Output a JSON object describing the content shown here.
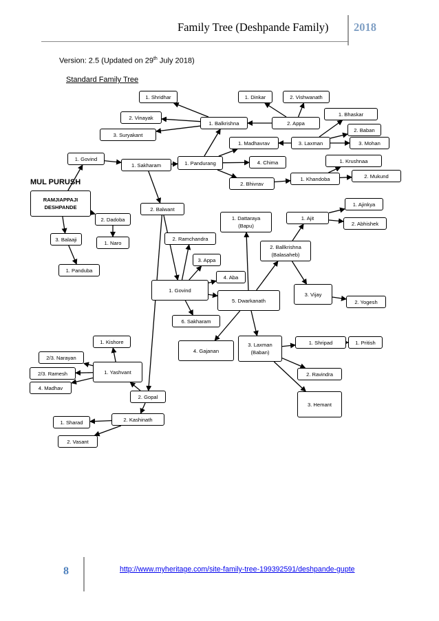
{
  "header": {
    "title": "Family Tree (Deshpande Family)",
    "year": "2018"
  },
  "version": {
    "text": "Version: 2.5 (Updated on 29",
    "sup": "th",
    "tail": " July 2018)"
  },
  "subtitle": "Standard Family Tree",
  "root_label": "MUL PURUSH",
  "nodes": [
    {
      "id": "ramji",
      "label": "RAMJIAPPAJI\nDESHPANDE",
      "bold": true
    },
    {
      "id": "govind1",
      "label": "1. Govind"
    },
    {
      "id": "dadoba",
      "label": "2. Dadoba"
    },
    {
      "id": "balaaji",
      "label": "3. Balaaji"
    },
    {
      "id": "naro",
      "label": "1. Naro"
    },
    {
      "id": "panduba",
      "label": "1. Panduba"
    },
    {
      "id": "sakharam1",
      "label": "1. Sakharam"
    },
    {
      "id": "pandurang",
      "label": "1. Pandurang"
    },
    {
      "id": "balkrishna1",
      "label": "1. Balkrishna"
    },
    {
      "id": "shridhar",
      "label": "1. Shridhar"
    },
    {
      "id": "vinayak",
      "label": "2. Vinayak"
    },
    {
      "id": "suryakant",
      "label": "3. Suryakant"
    },
    {
      "id": "madhavrav",
      "label": "1. Madhavrav"
    },
    {
      "id": "appa1",
      "label": "2. Appa"
    },
    {
      "id": "dinkar",
      "label": "1. Dinkar"
    },
    {
      "id": "vishwanath",
      "label": "2. Vishwanath"
    },
    {
      "id": "laxman1",
      "label": "3. Laxman"
    },
    {
      "id": "bhaskar",
      "label": "1. Bhaskar"
    },
    {
      "id": "baban",
      "label": "2. Baban"
    },
    {
      "id": "mohan",
      "label": "3. Mohan"
    },
    {
      "id": "chima",
      "label": "4. Chima"
    },
    {
      "id": "bhivrav",
      "label": "2. Bhivrav"
    },
    {
      "id": "khandoba",
      "label": "1. Khandoba"
    },
    {
      "id": "krushnaa",
      "label": "1. Krushnaa"
    },
    {
      "id": "mukund",
      "label": "2. Mukund"
    },
    {
      "id": "balwant",
      "label": "2. Balwant"
    },
    {
      "id": "ramchandra",
      "label": "2. Ramchandra"
    },
    {
      "id": "govind2",
      "label": "1. Govind"
    },
    {
      "id": "appa2",
      "label": "3. Appa"
    },
    {
      "id": "aba",
      "label": "4. Aba"
    },
    {
      "id": "sakharam6",
      "label": "6. Sakharam"
    },
    {
      "id": "dwarkanath",
      "label": "5. Dwarkanath"
    },
    {
      "id": "dattaraya",
      "label": "1. Dattaraya\n(Bapu)"
    },
    {
      "id": "balkrishna2",
      "label": "2. Ballkrishna\n(Balasaheb)"
    },
    {
      "id": "ajit",
      "label": "1. Ajit"
    },
    {
      "id": "ajinkya",
      "label": "1. Ajinkya"
    },
    {
      "id": "abhishek",
      "label": "2. Abhishek"
    },
    {
      "id": "vijay",
      "label": "3. Vijay"
    },
    {
      "id": "yogesh",
      "label": "2. Yogesh"
    },
    {
      "id": "gajanan",
      "label": "4. Gajanan"
    },
    {
      "id": "laxman2",
      "label": "3. Laxman\n(Baban)"
    },
    {
      "id": "shripad",
      "label": "1. Shripad"
    },
    {
      "id": "pritish",
      "label": "1. Pritish"
    },
    {
      "id": "ravindra",
      "label": "2. Ravindra"
    },
    {
      "id": "hemant",
      "label": "3. Hemant"
    },
    {
      "id": "yashvant",
      "label": "1. Yashvant"
    },
    {
      "id": "kishore",
      "label": "1. Kishore"
    },
    {
      "id": "narayan",
      "label": "2/3. Narayan"
    },
    {
      "id": "ramesh",
      "label": "2/3. Ramesh"
    },
    {
      "id": "madhav",
      "label": "4. Madhav"
    },
    {
      "id": "gopal",
      "label": "2. Gopal"
    },
    {
      "id": "kashinath",
      "label": "2. Kashinath"
    },
    {
      "id": "sharad",
      "label": "1. Sharad"
    },
    {
      "id": "vasant",
      "label": "2. Vasant"
    }
  ],
  "edges": [
    [
      "ramji",
      "govind1"
    ],
    [
      "ramji",
      "dadoba"
    ],
    [
      "ramji",
      "balaaji"
    ],
    [
      "dadoba",
      "naro"
    ],
    [
      "balaaji",
      "panduba"
    ],
    [
      "govind1",
      "sakharam1"
    ],
    [
      "sakharam1",
      "pandurang"
    ],
    [
      "sakharam1",
      "balwant"
    ],
    [
      "pandurang",
      "balkrishna1"
    ],
    [
      "pandurang",
      "madhavrav"
    ],
    [
      "pandurang",
      "chima"
    ],
    [
      "pandurang",
      "bhivrav"
    ],
    [
      "balkrishna1",
      "shridhar"
    ],
    [
      "balkrishna1",
      "vinayak"
    ],
    [
      "balkrishna1",
      "suryakant"
    ],
    [
      "appa1",
      "balkrishna1"
    ],
    [
      "appa1",
      "dinkar"
    ],
    [
      "appa1",
      "vishwanath"
    ],
    [
      "laxman1",
      "madhavrav"
    ],
    [
      "laxman1",
      "bhaskar"
    ],
    [
      "laxman1",
      "baban"
    ],
    [
      "laxman1",
      "mohan"
    ],
    [
      "bhivrav",
      "khandoba"
    ],
    [
      "khandoba",
      "krushnaa"
    ],
    [
      "khandoba",
      "mukund"
    ],
    [
      "balwant",
      "govind2"
    ],
    [
      "balwant",
      "gopal"
    ],
    [
      "govind2",
      "ramchandra"
    ],
    [
      "govind2",
      "appa2"
    ],
    [
      "govind2",
      "aba"
    ],
    [
      "govind2",
      "sakharam6"
    ],
    [
      "govind2",
      "dwarkanath"
    ],
    [
      "dwarkanath",
      "dattaraya"
    ],
    [
      "dwarkanath",
      "balkrishna2"
    ],
    [
      "dwarkanath",
      "gajanan"
    ],
    [
      "dwarkanath",
      "laxman2"
    ],
    [
      "balkrishna2",
      "ajit"
    ],
    [
      "balkrishna2",
      "vijay"
    ],
    [
      "ajit",
      "ajinkya"
    ],
    [
      "ajit",
      "abhishek"
    ],
    [
      "vijay",
      "yogesh"
    ],
    [
      "laxman2",
      "shripad"
    ],
    [
      "laxman2",
      "ravindra"
    ],
    [
      "laxman2",
      "hemant"
    ],
    [
      "shripad",
      "pritish"
    ],
    [
      "gopal",
      "yashvant"
    ],
    [
      "gopal",
      "kashinath"
    ],
    [
      "yashvant",
      "kishore"
    ],
    [
      "yashvant",
      "narayan"
    ],
    [
      "yashvant",
      "ramesh"
    ],
    [
      "yashvant",
      "madhav"
    ],
    [
      "kashinath",
      "sharad"
    ],
    [
      "kashinath",
      "vasant"
    ]
  ],
  "footer": {
    "page": "8",
    "url": "http://www.myheritage.com/site-family-tree-199392591/deshpande-gupte"
  }
}
